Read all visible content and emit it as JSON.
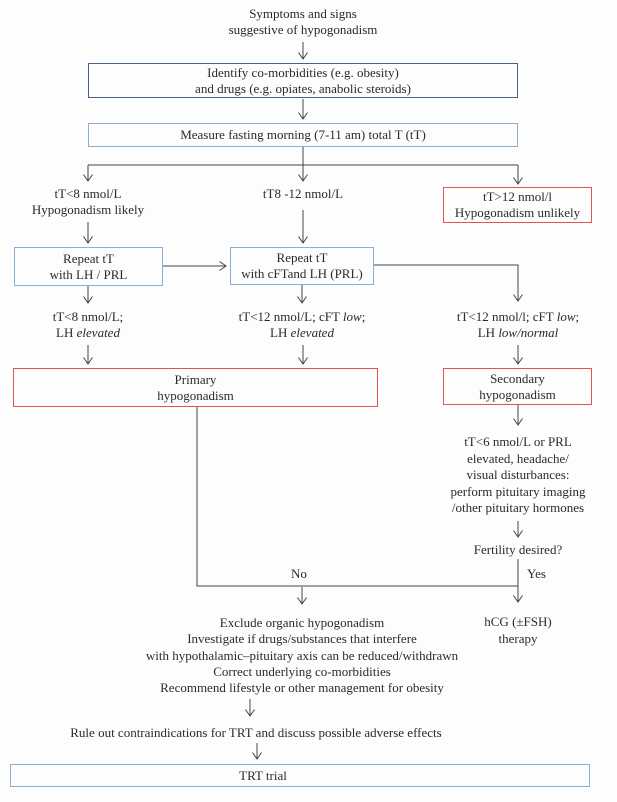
{
  "flow": {
    "start": {
      "line1": "Symptoms and signs",
      "line2": "suggestive of hypogonadism"
    },
    "identify_box": {
      "line1": "Identify co-morbidities (e.g. obesity)",
      "line2": "and drugs (e.g. opiates, anabolic steroids)"
    },
    "measure_box": {
      "label": "Measure fasting morning (7-11 am) total T (tT)"
    },
    "branch_low": {
      "line1": "tT<8 nmol/L",
      "line2": "Hypogonadism likely"
    },
    "branch_mid": {
      "label": "tT8 -12 nmol/L"
    },
    "branch_high_box": {
      "line1": "tT>12 nmol/l",
      "line2": "Hypogonadism unlikely"
    },
    "repeat_left_box": {
      "line1": "Repeat tT",
      "line2": "with LH / PRL"
    },
    "repeat_mid_box": {
      "line1": "Repeat tT",
      "line2": "with cFTand LH (PRL)"
    },
    "result_left": {
      "line1": "tT<8 nmol/L;",
      "line2_pre": "LH ",
      "line2_em": "elevated"
    },
    "result_mid": {
      "line1_pre": "tT<12 nmol/L; cFT ",
      "line1_em": "low",
      "line1_post": ";",
      "line2_pre": "LH ",
      "line2_em": "elevated"
    },
    "result_right": {
      "line1_pre": "tT<12 nmol/l; cFT ",
      "line1_em": "low",
      "line1_post": ";",
      "line2_pre": "LH ",
      "line2_em": "low/normal"
    },
    "primary_box": {
      "line1": "Primary",
      "line2": "hypogonadism"
    },
    "secondary_box": {
      "line1": "Secondary",
      "line2": "hypogonadism"
    },
    "pituitary_note": {
      "lines": [
        "tT<6 nmol/L or PRL",
        "elevated, headache/",
        "visual disturbances:",
        "perform pituitary imaging",
        "/other pituitary hormones"
      ]
    },
    "fertility_question": "Fertility desired?",
    "no_label": "No",
    "yes_label": "Yes",
    "no_actions": {
      "lines": [
        "Exclude organic hypogonadism",
        "Investigate if drugs/substances that interfere",
        "with hypothalamic–pituitary axis can be reduced/withdrawn",
        "Correct underlying co-morbidities",
        "Recommend lifestyle or other management for obesity"
      ]
    },
    "hcg": {
      "line1": "hCG (±FSH)",
      "line2": "therapy"
    },
    "ruleout": "Rule out contraindications for TRT and discuss possible adverse effects",
    "trt_box": {
      "label": "TRT trial"
    }
  },
  "colors": {
    "box_blue": "#8dafd2",
    "box_dark_blue": "#46618c",
    "box_red": "#e5534e",
    "line": "#454545",
    "text": "#2a2a2a"
  }
}
